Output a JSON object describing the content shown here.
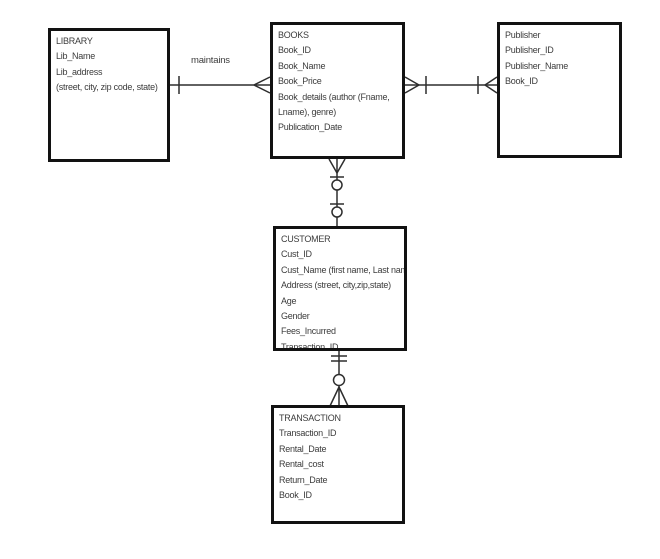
{
  "diagram": {
    "kind": "entity-relationship-diagram",
    "background_color": "#ffffff",
    "line_color": "#2e2e2e",
    "text_color": "#3c3c3c",
    "border_color": "#121212"
  },
  "entities": {
    "library": {
      "title": "LIBRARY",
      "attributes": [
        "Lib_Name",
        "Lib_address",
        "(street, city, zip code, state)"
      ]
    },
    "books": {
      "title": "BOOKS",
      "attributes": [
        "Book_ID",
        "Book_Name",
        "Book_Price",
        "Book_details (author (Fname,",
        "Lname), genre)",
        "Publication_Date"
      ]
    },
    "publisher": {
      "title": "Publisher",
      "attributes": [
        "Publisher_ID",
        "Publisher_Name",
        "Book_ID"
      ]
    },
    "customer": {
      "title": "CUSTOMER",
      "attributes": [
        "Cust_ID",
        "Cust_Name (first name, Last name)",
        "Address (street, city,zip,state)",
        "Age",
        "Gender",
        "Fees_Incurred",
        "Transaction_ID"
      ]
    },
    "transaction": {
      "title": "TRANSACTION",
      "attributes": [
        "Transaction_ID",
        "Rental_Date",
        "Rental_cost",
        "Return_Date",
        "Book_ID"
      ]
    }
  },
  "relationships": [
    {
      "from": "LIBRARY",
      "to": "BOOKS",
      "label": "maintains",
      "from_end_notation": "one (single tick)",
      "to_end_notation": "many (crow's foot)"
    },
    {
      "from": "BOOKS",
      "to": "Publisher",
      "label": "",
      "from_end_notation": "one or many (crow's foot + tick)",
      "to_end_notation": "one or many (tick + crow's foot)"
    },
    {
      "from": "BOOKS",
      "to": "CUSTOMER",
      "label": "",
      "from_end_notation": "many (crow's foot + tick + circle)",
      "to_end_notation": "zero or one (tick + circle)"
    },
    {
      "from": "CUSTOMER",
      "to": "TRANSACTION",
      "label": "",
      "from_end_notation": "one and only one (double tick)",
      "to_end_notation": "zero or many (circle + crow's foot)"
    }
  ]
}
